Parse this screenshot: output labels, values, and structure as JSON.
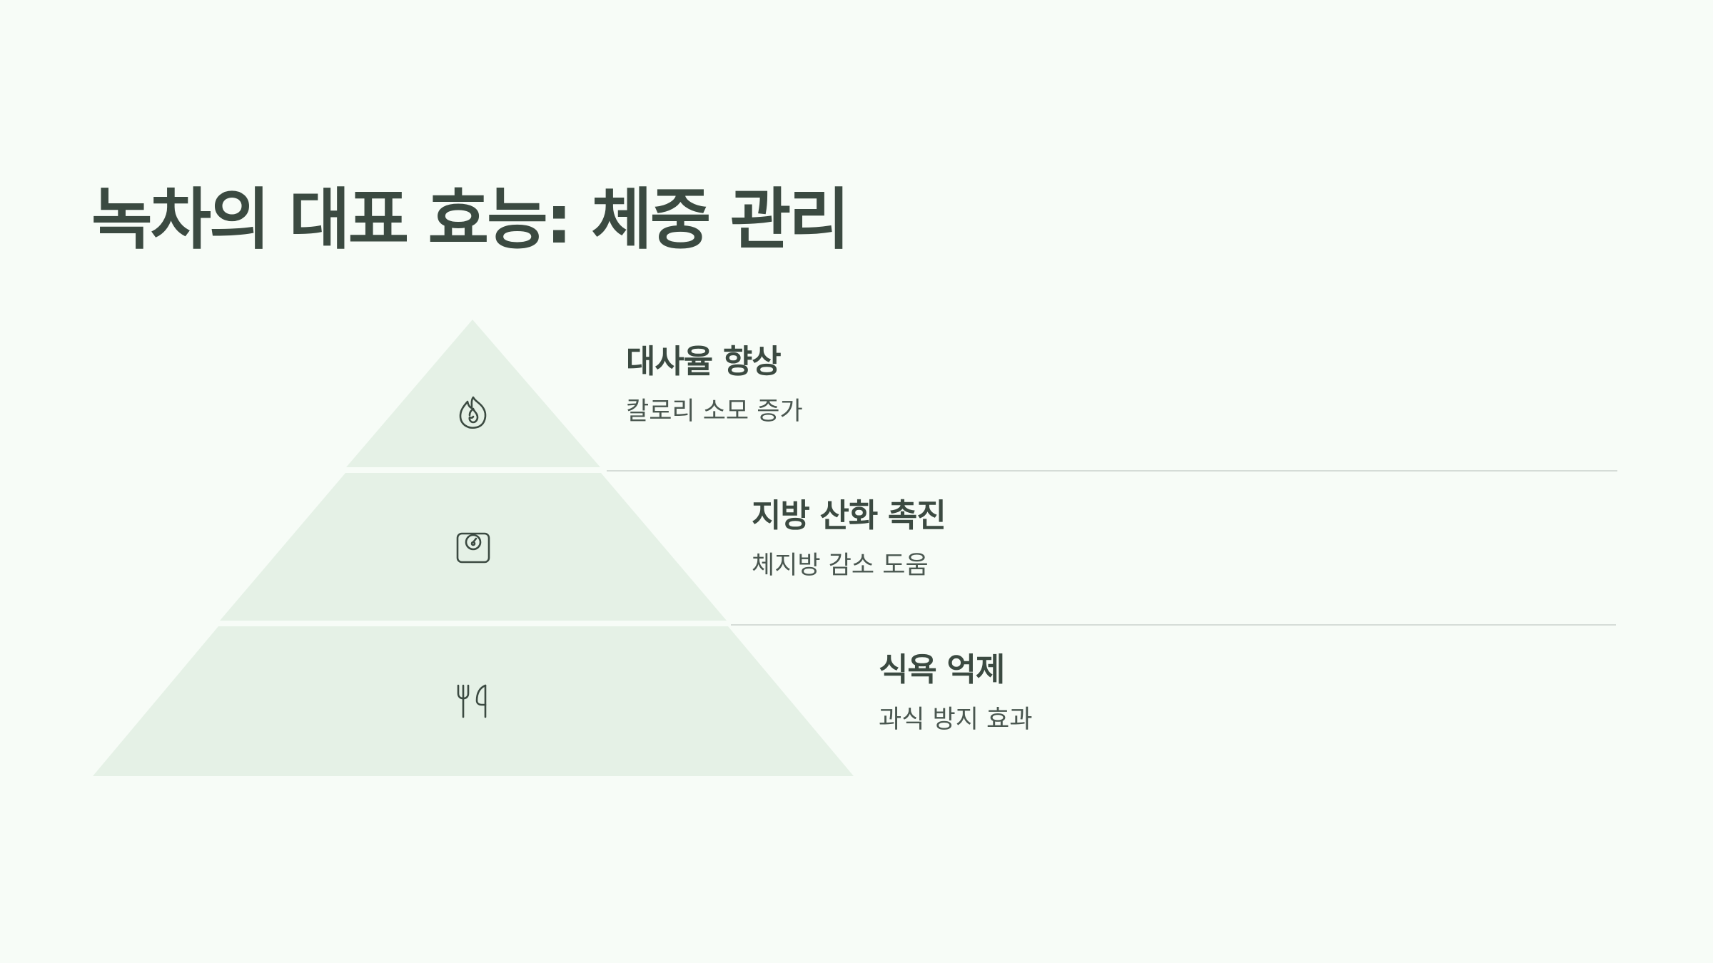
{
  "title": "녹차의 대표 효능: 체중 관리",
  "tiers": [
    {
      "heading": "대사율 향상",
      "description": "칼로리 소모 증가",
      "icon": "flame-icon"
    },
    {
      "heading": "지방 산화 촉진",
      "description": "체지방 감소 도움",
      "icon": "scale-icon"
    },
    {
      "heading": "식욕 억제",
      "description": "과식 방지 효과",
      "icon": "fork-knife-icon"
    }
  ],
  "colors": {
    "background": "#f7fcf7",
    "tier_fill": "#e5f1e6",
    "text": "#3b4a41",
    "divider": "#d5dcd7"
  }
}
